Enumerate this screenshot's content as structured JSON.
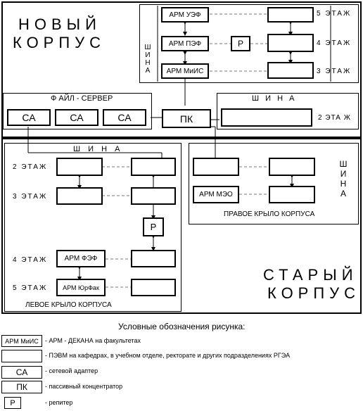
{
  "new_building": {
    "line1": "НОВЫЙ",
    "line2": "КОРПУС"
  },
  "old_building": {
    "line1": "СТАРЫЙ",
    "line2": "КОРПУС"
  },
  "bus_label": "Ш И Н А",
  "bus_vertical": "ШИНА",
  "file_server": "Ф АЙЛ - СЕРВЕР",
  "floors": {
    "f5": "5 ЭТАЖ",
    "f4": "4 ЭТАЖ",
    "f3": "3 ЭТАЖ",
    "f2": "2 ЭТАЖ",
    "f2_right": "2 ЭТА Ж"
  },
  "nodes": {
    "arm_uef": "АРМ УЭФ",
    "arm_pef": "АРМ ПЭФ",
    "arm_mis": "АРМ МиИС",
    "arm_meo": "АРМ МЭО",
    "arm_fef": "АРМ ФЭФ",
    "arm_yurfak": "АРМ ЮрФак",
    "ca": "СА",
    "pk": "ПК",
    "r": "Р"
  },
  "left_wing": "ЛЕВОЕ КРЫЛО КОРПУСА",
  "right_wing": "ПРАВОЕ КРЫЛО КОРПУСА",
  "legend": {
    "title": "Условные обозначения рисунка:",
    "items": [
      {
        "symbol": "АРМ МиИС",
        "text": "- АРМ - ДЕКАНА на факультетах"
      },
      {
        "symbol": "",
        "text": "- ПЭВМ на кафедрах, в учебном отделе, ректорате и других подразделениях РГЭА"
      },
      {
        "symbol": "СА",
        "text": "- сетевой адаптер"
      },
      {
        "symbol": "ПК",
        "text": "- пассивный концентратор"
      },
      {
        "symbol": "Р",
        "text": "- репитер"
      }
    ]
  }
}
